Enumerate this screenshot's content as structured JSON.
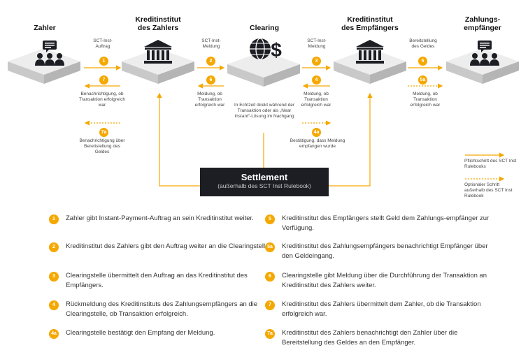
{
  "columns": [
    {
      "key": "payer",
      "title": "Zahler"
    },
    {
      "key": "payer_bank",
      "title": "Kreditinstitut des Zahlers"
    },
    {
      "key": "clearing",
      "title": "Clearing"
    },
    {
      "key": "payee_bank",
      "title": "Kreditinstitut des Empfängers"
    },
    {
      "key": "payee",
      "title": "Zahlungs-empfänger"
    }
  ],
  "flow_labels": {
    "sct_auftrag": "SCT-Inst-Auftrag",
    "sct_meldung": "SCT-Inst-Meldung",
    "sct_meldung2": "SCT-Inst-Meldung",
    "bereitstellung": "Bereitstellung des Geldes",
    "benachrichtigung": "Benachrichtigung, ob Transaktion erfolgreich war",
    "meldung6": "Meldung, ob Transaktion erfolgreich war",
    "meldung4": "Meldung, ob Transaktion erfolgreich war",
    "meldung5a": "Meldung, ob Transaktion erfolgreich war",
    "clearing_note": "In Echtzeit direkt während der Transaktion oder als „Near Instant“-Lösung im Nachgang",
    "benachrichtigung7a": "Benachrichtigung über Bereitstellung des Geldes",
    "bestaetigung4a": "Bestätigung, dass Meldung empfangen wurde"
  },
  "badges": {
    "b1": "1",
    "b2": "2",
    "b3": "3",
    "b5": "5",
    "b7": "7",
    "b6": "6",
    "b4": "4",
    "b5a": "5a",
    "b7a": "7a",
    "b4a": "4a"
  },
  "settlement": {
    "title": "Settlement",
    "subtitle": "(außerhalb des SCT Inst Rulebook)"
  },
  "legend": [
    {
      "style": "solid",
      "text": "Pflichtschritt des SCT Inst Rulebooks"
    },
    {
      "style": "dotted",
      "text": "Optionaler Schritt außerhalb des SCT Inst Rulebook"
    }
  ],
  "steps_left": [
    {
      "badge": "1",
      "text": "Zahler gibt Instant-Payment-Auftrag an sein Kreditinstitut weiter."
    },
    {
      "badge": "2",
      "text": "Kreditinstitut des Zahlers gibt den Auftrag weiter an die Clearingstelle."
    },
    {
      "badge": "3",
      "text": "Clearingstelle übermittelt den Auftrag an das Kreditinstitut des Empfängers."
    },
    {
      "badge": "4",
      "text": "Rückmeldung des Kreditinstituts des Zahlungsempfängers an die Clearingstelle, ob Transaktion erfolgreich."
    },
    {
      "badge": "4a",
      "text": "Clearingstelle bestätigt den Empfang der Meldung."
    }
  ],
  "steps_right": [
    {
      "badge": "5",
      "text": "Kreditinstitut des Empfängers stellt Geld dem Zahlungs-empfänger zur Verfügung."
    },
    {
      "badge": "5a",
      "text": "Kreditinstitut des Zahlungsempfängers benachrichtigt Empfänger über den Geldeingang."
    },
    {
      "badge": "6",
      "text": "Clearingstelle gibt Meldung über die Durchführung der Transaktion an Kreditinstitut des Zahlers weiter."
    },
    {
      "badge": "7",
      "text": "Kreditinstitut des Zahlers übermittelt dem Zahler, ob die Transaktion erfolgreich war."
    },
    {
      "badge": "7a",
      "text": "Kreditinstitut des Zahlers benachrichtigt den Zahler über die Bereitstellung des Geldes an den Empfänger."
    }
  ],
  "colors": {
    "accent": "#f5a800",
    "dark": "#1c1e24",
    "platform": "#d8d8d8"
  },
  "icons": [
    "people-chat-icon",
    "bank-icon",
    "globe-dollar-icon",
    "bank-icon",
    "people-chat-icon"
  ]
}
